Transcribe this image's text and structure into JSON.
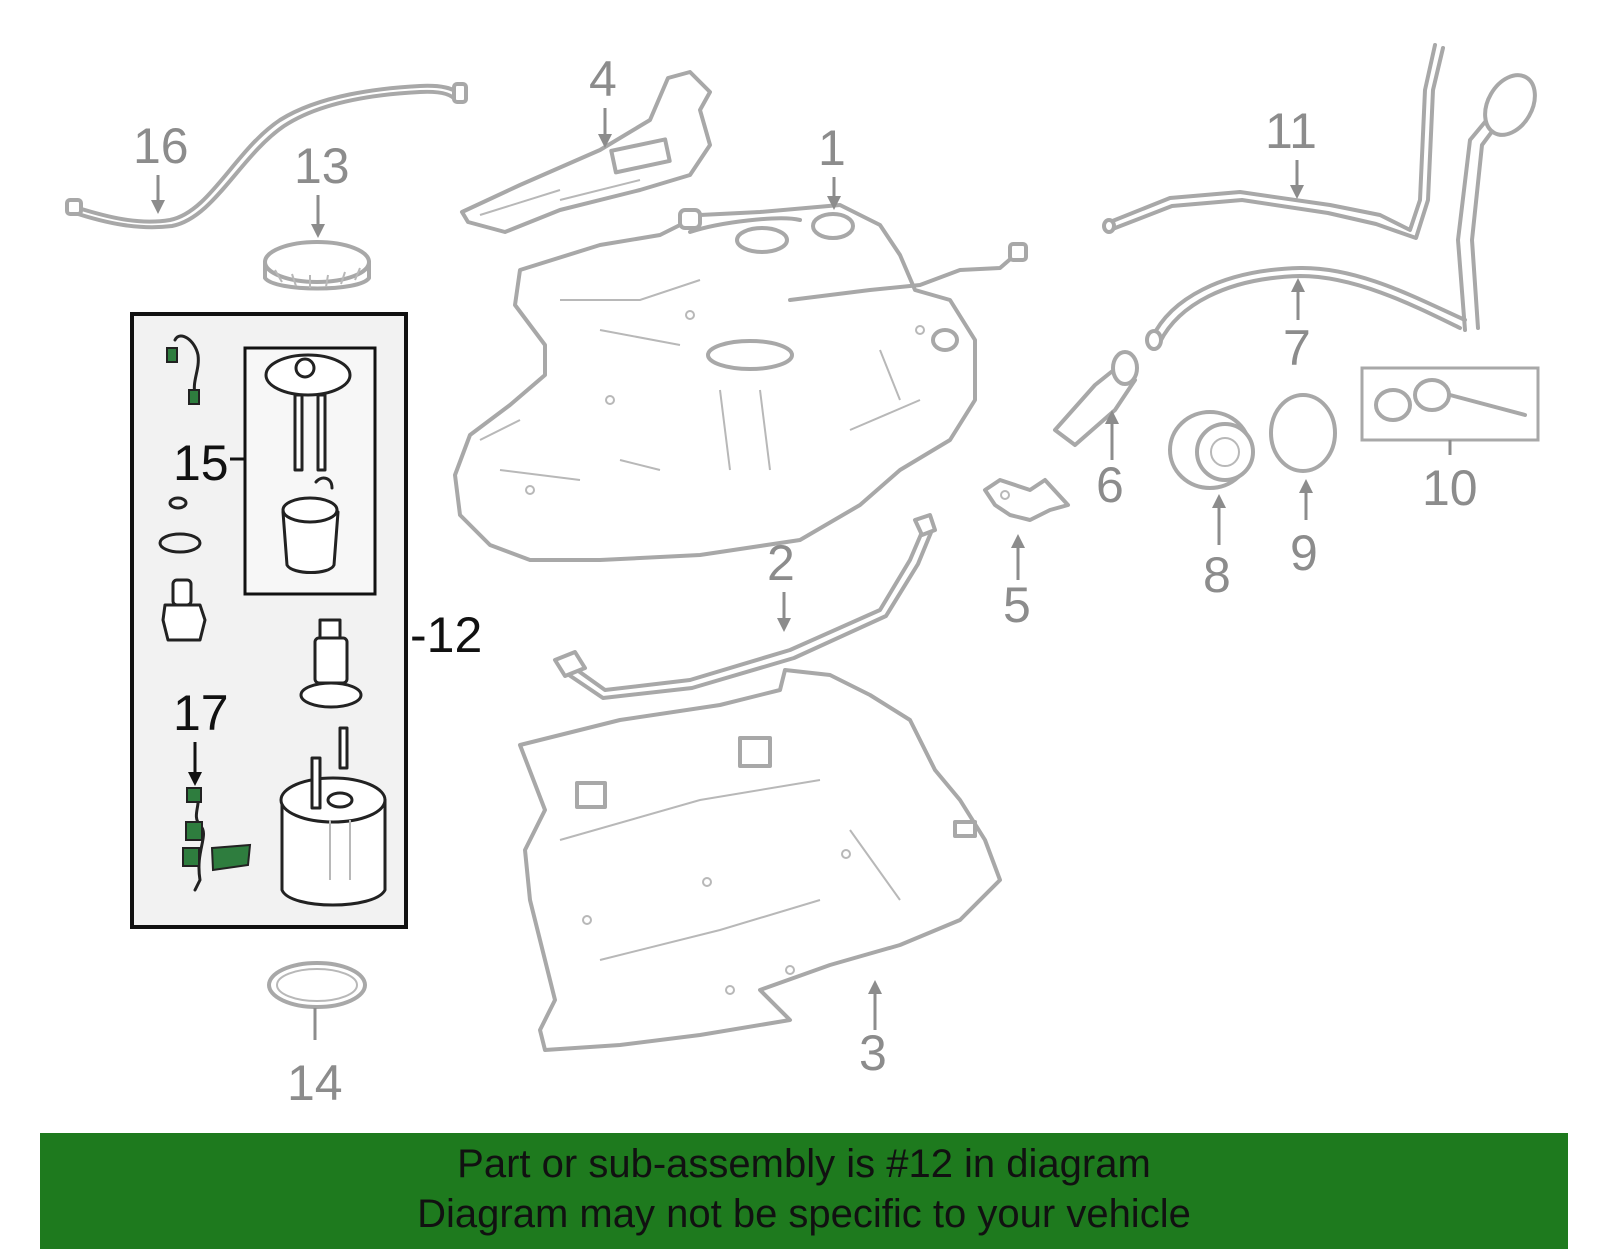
{
  "callouts": {
    "c1": "1",
    "c2": "2",
    "c3": "3",
    "c4": "4",
    "c5": "5",
    "c6": "6",
    "c7": "7",
    "c8": "8",
    "c9": "9",
    "c10": "10",
    "c11": "11",
    "c12": "-12",
    "c13": "13",
    "c14": "14",
    "c15": "15",
    "c16": "16",
    "c17": "17"
  },
  "banner": {
    "line1": "Part or sub-assembly is #12 in diagram",
    "line2": "Diagram may not be specific to your vehicle"
  },
  "colors": {
    "banner_bg": "#1e7a1e",
    "highlight_box_bg": "#f2f2f2",
    "part_stroke": "#a8a8a8",
    "highlight_part": "#2e7d3e"
  }
}
